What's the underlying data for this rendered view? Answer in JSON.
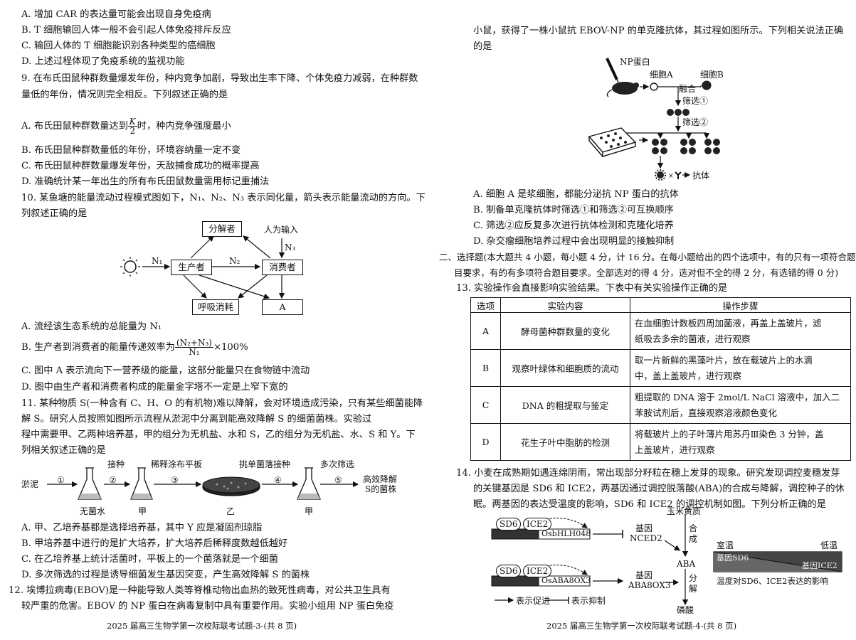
{
  "left": {
    "lines": [
      "A. 增加 CAR 的表达量可能会出现自身免疫病",
      "B. T 细胞输回人体一般不会引起人体免疫排斥反应",
      "C. 输回人体的 T 细胞能识别各种类型的癌细胞",
      "D. 上述过程体现了免疫系统的监视功能",
      "9. 在布氏田鼠种群数量爆发年份，种内竞争加剧，导致出生率下降、个体免疫力减弱，在种群数",
      "量低的年份，情况则完全相反。下列叙述正确的是",
      "B. 布氏田鼠种群数量低的年份，环境容纳量一定不变",
      "C. 布氏田鼠种群数量爆发年份，天敌捕食成功的概率提高",
      "D. 准确统计某一年出生的所有布氏田鼠数量需用标记重捕法",
      "10. 某鱼塘的能量流动过程模式图如下，N₁、N₂、N₃ 表示同化量，箭头表示能量流动的方向。下",
      "列叙述正确的是",
      "A. 流经该生态系统的总能量为 N₁",
      "C. 图中 A 表示流向下一营养级的能量，这部分能量只在食物链中流动",
      "D. 图中由生产者和消费者构成的能量金字塔不一定是上窄下宽的",
      "11. 某种物质 S(一种含有 C、H、O 的有机物)难以降解，会对环境造成污染，只有某些细菌能降",
      "解 S。研究人员按照如图所示流程从淤泥中分离到能高效降解 S 的细菌菌株。实验过",
      "程中需要甲、乙两种培养基，甲的组分为无机盐、水和 S，乙的组分为无机盐、水、S 和 Y。下",
      "列相关叙述正确的是",
      "A. 甲、乙培养基都是选择培养基，其中 Y 应是凝固剂琼脂",
      "B. 甲培养基中进行的是扩大培养，扩大培养后稀释度数越低越好",
      "C. 在乙培养基上统计活菌时，平板上的一个菌落就是一个细菌",
      "D. 多次筛选的过程是诱导细菌发生基因突变，产生高效降解 S 的菌株",
      "12. 埃博拉病毒(EBOV)是一种能导致人类等脊椎动物出血热的致死性病毒，对公共卫生具有",
      "较严重的危害。EBOV 的 NP 蛋白在病毒复制中具有重要作用。实验小组用 NP 蛋白免疫"
    ],
    "q9a_prefix": "A. 布氏田鼠种群数量达到",
    "q9a_num": "K",
    "q9a_den": "2",
    "q9a_suffix": "时，种内竞争强度最小",
    "q10b_prefix": "B. 生产者到消费者的能量传递效率为",
    "q10b_num": "(N₂+N₃)",
    "q10b_den": "N₁",
    "q10b_suffix": "×100%",
    "energy_diagram": {
      "decomposer": "分解者",
      "human_input": "人为输入",
      "n3": "N₃",
      "n1": "N₁",
      "n2": "N₂",
      "producer": "生产者",
      "consumer": "消费者",
      "respiration": "呼吸消耗",
      "a": "A"
    },
    "flow_diagram": {
      "mud": "淤泥",
      "s1": "①",
      "s2": "②",
      "s3": "③",
      "s4": "④",
      "s5": "⑤",
      "inoculate": "接种",
      "dilute": "稀释涂布平板",
      "pick": "挑单菌落接种",
      "multi": "多次筛选",
      "result1": "高效降解",
      "result2": "S的菌株",
      "sterile_water": "无菌水",
      "jia": "甲",
      "yi": "乙",
      "jia2": "甲"
    },
    "footer": "2025 届高三生物学第一次校际联考试题-3-(共 8 页)"
  },
  "right": {
    "lines_top": [
      "小鼠，获得了一株小鼠抗 EBOV-NP 的单克隆抗体，其过程如图所示。下列相关说法正确",
      "的是"
    ],
    "mab_diagram": {
      "np": "NP蛋白",
      "cellA": "细胞A",
      "cellB": "细胞B",
      "fusion": "融合",
      "screen1": "筛选①",
      "screen2": "筛选②",
      "antibody": "抗体"
    },
    "lines_mid": [
      "A. 细胞 A 是浆细胞，都能分泌抗 NP 蛋白的抗体",
      "B. 制备单克隆抗体时筛选①和筛选②可互换顺序",
      "C. 筛选②应反复多次进行抗体检测和克隆化培养",
      "D. 杂交瘤细胞培养过程中会出现明显的接触抑制",
      "二、选择题(本大题共 4 小题，每小题 4 分，计 16 分。在每小题给出的四个选项中，有的只有一项符合题",
      "目要求，有的有多项符合题目要求。全部选对的得 4 分，选对但不全的得 2 分，有选错的得 0 分)",
      "13. 实验操作会直接影响实验结果。下表中有关实验操作正确的是"
    ],
    "table": {
      "headers": [
        "选项",
        "实验内容",
        "操作步骤"
      ],
      "rows": [
        {
          "opt": "A",
          "content": "酵母菌种群数量的变化",
          "steps": [
            "在血细胞计数板四周加菌液，再盖上盖玻片，滤",
            "纸吸去多余的菌液，进行观察"
          ]
        },
        {
          "opt": "B",
          "content": "观察叶绿体和细胞质的流动",
          "steps": [
            "取一片新鲜的黑藻叶片，放在载玻片上的水滴",
            "中，盖上盖玻片，进行观察"
          ]
        },
        {
          "opt": "C",
          "content": "DNA 的粗提取与鉴定",
          "steps": [
            "粗提取的 DNA 溶于 2mol/L NaCl 溶液中，加入二",
            "苯胺试剂后，直接观察溶液颜色变化"
          ]
        },
        {
          "opt": "D",
          "content": "花生子叶中脂肪的检测",
          "steps": [
            "将载玻片上的子叶薄片用苏丹Ⅲ染色 3 分钟，盖",
            "上盖玻片，进行观察"
          ]
        }
      ]
    },
    "lines_bottom": [
      "14. 小麦在成熟期如遇连绵阴雨，常出现部分籽粒在穗上发芽的现象。研究发现调控麦穗发芽",
      "的关键基因是 SD6 和 ICE2，两基因通过调控脱落酸(ABA)的合成与降解，调控种子的休",
      "眠。两基因的表达受温度的影响，SD6 和 ICE2 的调控机制如图。下列分析正确的是"
    ],
    "gene_diagram": {
      "sd6": "SD6",
      "ice2": "ICE2",
      "gene1": "OsbHLH048",
      "gene2": "OsABA8OX3",
      "nced_a": "基因",
      "nced_b": "NCED2",
      "aba8_a": "基因",
      "aba8_b": "ABA8OX3",
      "zeax": "玉米黄质",
      "synth_a": "合",
      "synth_b": "成",
      "aba": "ABA",
      "degr_a": "分",
      "degr_b": "解",
      "phaseic": "磷酸",
      "promote": "表示促进",
      "inhibit": "表示抑制",
      "room": "室温",
      "low": "低温",
      "gene_sd6": "基因SD6",
      "gene_ice2": "基因ICE2",
      "temp_caption": "温度对SD6、ICE2表达的影响"
    },
    "footer": "2025 届高三生物学第一次校际联考试题-4-(共 8 页)"
  }
}
